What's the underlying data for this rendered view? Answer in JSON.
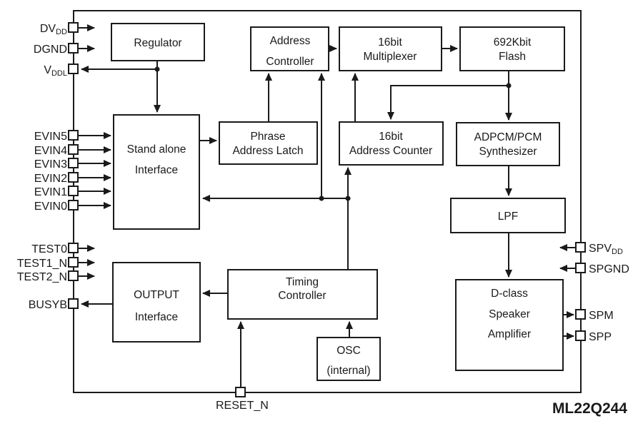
{
  "device": {
    "name": "ML22Q244"
  },
  "blocks": {
    "regulator": [
      "Regulator"
    ],
    "address_controller": [
      "Address",
      "Controller"
    ],
    "multiplexer_16bit": [
      "16bit",
      "Multiplexer"
    ],
    "flash_692kbit": [
      "692Kbit",
      "Flash"
    ],
    "standalone_interface": [
      "Stand alone",
      "Interface"
    ],
    "phrase_address_latch": [
      "Phrase",
      "Address Latch"
    ],
    "address_counter_16bit": [
      "16bit",
      "Address Counter"
    ],
    "adpcm_pcm_synthesizer": [
      "ADPCM/PCM",
      "Synthesizer"
    ],
    "lpf": [
      "LPF"
    ],
    "output_interface": [
      "OUTPUT",
      "Interface"
    ],
    "timing_controller": [
      "Timing",
      "Controller"
    ],
    "osc_internal": [
      "OSC",
      "(internal)"
    ],
    "dclass_speaker_amplifier": [
      "D-class",
      "Speaker",
      "Amplifier"
    ]
  },
  "pins": {
    "dvdd": {
      "main": "DV",
      "sub": "DD"
    },
    "dgnd": {
      "main": "DGND"
    },
    "vddl": {
      "main": "V",
      "sub": "DDL"
    },
    "evin5": {
      "main": "EVIN5"
    },
    "evin4": {
      "main": "EVIN4"
    },
    "evin3": {
      "main": "EVIN3"
    },
    "evin2": {
      "main": "EVIN2"
    },
    "evin1": {
      "main": "EVIN1"
    },
    "evin0": {
      "main": "EVIN0"
    },
    "test0": {
      "main": "TEST0"
    },
    "test1_n": {
      "main": "TEST1_N"
    },
    "test2_n": {
      "main": "TEST2_N"
    },
    "busyb": {
      "main": "BUSYB"
    },
    "reset_n": {
      "main": "RESET_N"
    },
    "spvdd": {
      "main": "SPV",
      "sub": "DD"
    },
    "spgnd": {
      "main": "SPGND"
    },
    "spm": {
      "main": "SPM"
    },
    "spp": {
      "main": "SPP"
    }
  },
  "colors": {
    "line": "#1a1a1a",
    "background": "#ffffff"
  }
}
